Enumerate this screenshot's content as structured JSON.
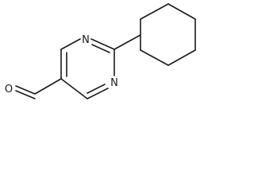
{
  "molecule": {
    "atoms": {
      "nitrogen_top": "N",
      "nitrogen_bottom": "N",
      "oxygen": "O"
    },
    "colors": {
      "bond": "#1a1a1a",
      "label": "#1a1a1a",
      "background": "#ffffff"
    }
  }
}
